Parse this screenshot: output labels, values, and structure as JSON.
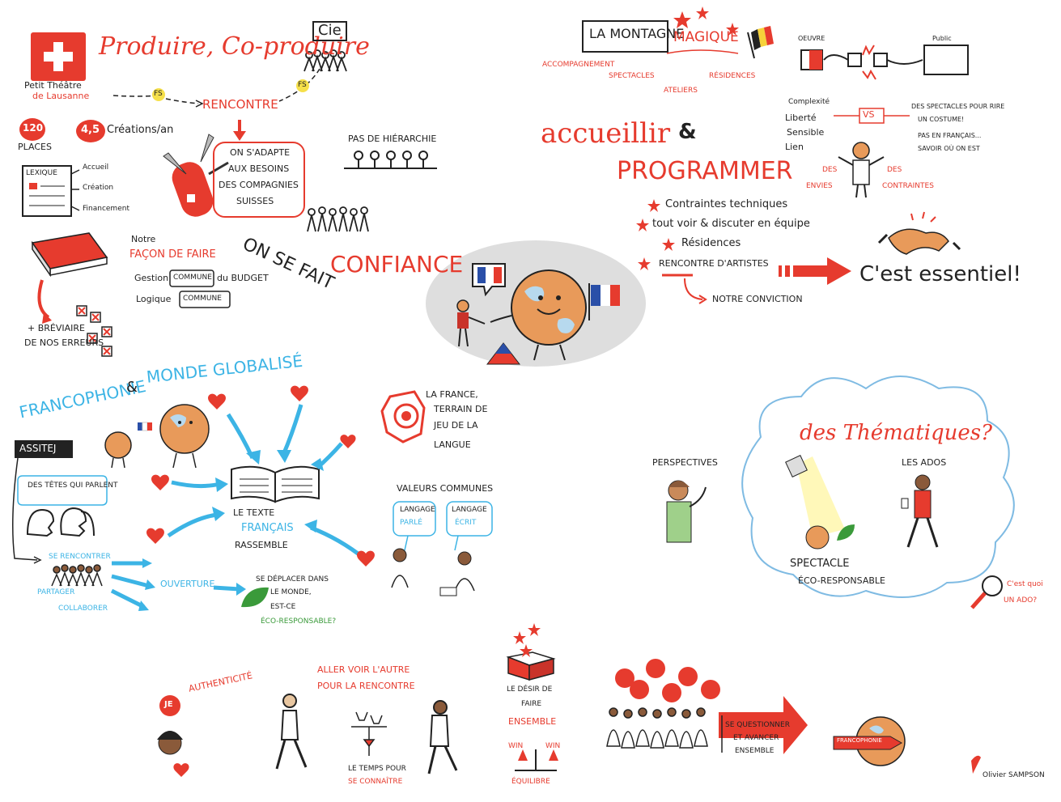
{
  "produire": {
    "title": "Produire, Co-produire",
    "cie": "Cie",
    "theatre_line1": "Petit Théâtre",
    "theatre_line2": "de Lausanne",
    "fs1": "FS",
    "fs2": "FS",
    "rencontre": "RENCONTRE",
    "places_num": "120",
    "places_label": "PLACES",
    "creations_num": "4,5",
    "creations_label": "Créations/an",
    "adapte": [
      "ON S'ADAPTE",
      "AUX BESOINS",
      "DES COMPAGNIES",
      "SUISSES"
    ],
    "lexique": "LEXIQUE",
    "lexique_items": [
      "Accueil",
      "Création",
      "Financement"
    ],
    "hierarchie": "PAS DE HIÉRARCHIE",
    "confiance_part1": "ON SE FAIT",
    "confiance_part2": "CONFIANCE",
    "notre": "Notre",
    "facon": "FAÇON DE FAIRE",
    "gestion_a": "Gestion",
    "gestion_b": "COMMUNE",
    "gestion_c": "du BUDGET",
    "logique_a": "Logique",
    "logique_b": "COMMUNE",
    "breviaire_line1": "+ BRÉVIAIRE",
    "breviaire_line2": "DE NOS ERREURS"
  },
  "montagne": {
    "title_a": "LA MONTAGNE",
    "title_b": "MAGIQUE",
    "items": [
      "ACCOMPAGNEMENT",
      "SPECTACLES",
      "ATELIERS",
      "RÉSIDENCES"
    ],
    "oeuvre": "OEUVRE",
    "public": "Public",
    "complexite": [
      "Complexité",
      "Liberté",
      "Sensible",
      "Lien"
    ],
    "vs": "VS",
    "specs": [
      "DES SPECTACLES POUR RIRE",
      "UN COSTUME!",
      "PAS EN FRANÇAIS...",
      "SAVOIR OÙ ON EST"
    ],
    "envies": [
      "DES",
      "ENVIES"
    ],
    "contraintes": [
      "DES",
      "CONTRAINTES"
    ]
  },
  "accueillir": {
    "word1": "accueillir",
    "amp": "&",
    "word2": "PROGRAMMER",
    "list": [
      "Contraintes techniques",
      "tout voir & discuter en équipe",
      "Résidences",
      "RENCONTRE D'ARTISTES"
    ],
    "conviction": "NOTRE CONVICTION",
    "essentiel": "C'est essentiel!"
  },
  "franco": {
    "title_a": "FRANCOPHONIE",
    "title_amp": "&",
    "title_b": "MONDE GLOBALISÉ",
    "assitej": "ASSITEJ",
    "tetes": "DES TÊTES QUI PARLENT",
    "france": [
      "LA FRANCE,",
      "TERRAIN DE",
      "JEU DE LA",
      "LANGUE"
    ],
    "texte": [
      "LE TEXTE",
      "FRANÇAIS",
      "RASSEMBLE"
    ],
    "valeurs": "VALEURS COMMUNES",
    "langage_parle": [
      "LANGAGE",
      "PARLÉ"
    ],
    "langage_ecrit": [
      "LANGAGE",
      "ÉCRIT"
    ],
    "se_rencontrer": "SE RENCONTRER",
    "partager": "PARTAGER",
    "collaborer": "COLLABORER",
    "ouverture": "OUVERTURE",
    "deplacer": [
      "SE DÉPLACER DANS",
      "LE MONDE,",
      "EST-CE",
      "ÉCO-RESPONSABLE?"
    ]
  },
  "thematiques": {
    "title": "des Thématiques?",
    "perspectives": "PERSPECTIVES",
    "ados": "LES ADOS",
    "spectacle": [
      "SPECTACLE",
      "ÉCO-RESPONSABLE"
    ],
    "ado_q": [
      "C'est quoi",
      "UN ADO?"
    ]
  },
  "bottom": {
    "je": "JE",
    "authenticite": "AUTHENTICITÉ",
    "aller": [
      "ALLER VOIR L'AUTRE",
      "POUR LA RENCONTRE"
    ],
    "temps": [
      "LE TEMPS POUR",
      "SE CONNAÎTRE"
    ],
    "desir": [
      "LE DÉSIR DE",
      "FAIRE",
      "ENSEMBLE"
    ],
    "win1": "WIN",
    "win2": "WIN",
    "equilibre": "ÉQUILIBRE",
    "questionner": [
      "SE QUESTIONNER",
      "ET AVANCER",
      "ENSEMBLE"
    ],
    "francophonie_badge": "FRANCOPHONIE",
    "signature": "Olivier SAMPSON"
  },
  "colors": {
    "red": "#e63b2e",
    "blue": "#3cb4e5",
    "dark": "#222222",
    "green": "#3a9a3a",
    "skin": "#e89a5a"
  }
}
